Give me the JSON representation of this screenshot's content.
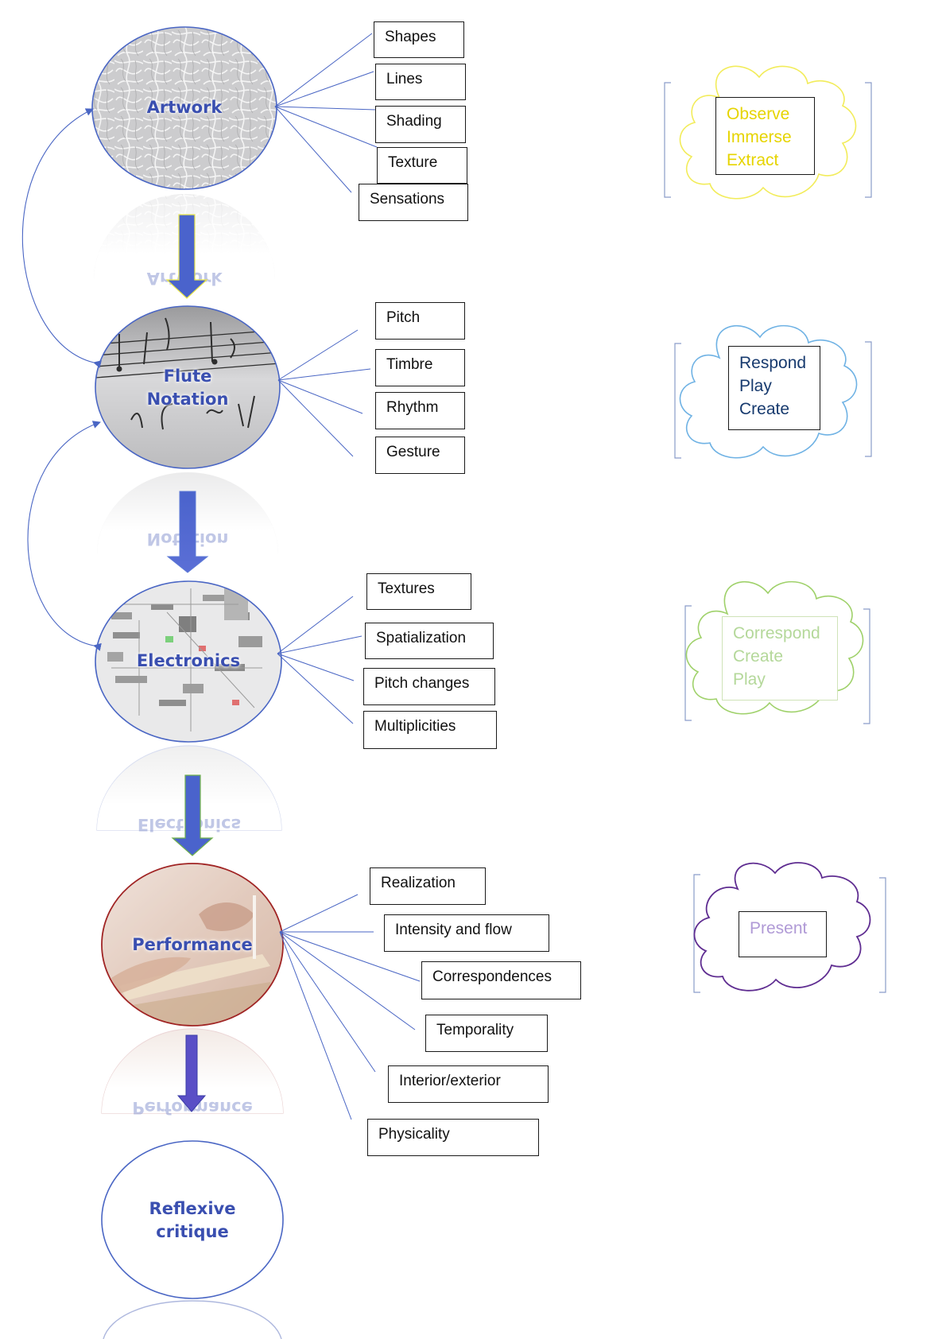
{
  "nodes": [
    {
      "id": "artwork",
      "title": [
        "Artwork"
      ],
      "tags": [
        "Shapes",
        "Lines",
        "Shading",
        "Texture",
        "Sensations"
      ]
    },
    {
      "id": "flute",
      "title": [
        "Flute",
        "Notation"
      ],
      "tags": [
        "Pitch",
        "Timbre",
        "Rhythm",
        "Gesture"
      ]
    },
    {
      "id": "electronics",
      "title": [
        "Electronics"
      ],
      "tags": [
        "Textures",
        "Spatialization",
        "Pitch changes",
        "Multiplicities"
      ]
    },
    {
      "id": "performance",
      "title": [
        "Performance"
      ],
      "tags": [
        "Realization",
        "Intensity and flow",
        "Correspondences",
        "Temporality",
        "Interior/exterior",
        "Physicality"
      ]
    },
    {
      "id": "reflexive",
      "title": [
        "Reflexive",
        "critique"
      ],
      "tags": []
    }
  ],
  "reflections": [
    "Artwork",
    "Notation",
    "Electronics",
    "Performance"
  ],
  "clouds": [
    {
      "words": [
        "Observe",
        "Immerse",
        "Extract"
      ],
      "outline_color": "#f2ec5a",
      "text_color": "#e6d400"
    },
    {
      "words": [
        "Respond",
        "Play",
        "Create"
      ],
      "outline_color": "#6fb2e4",
      "text_color": "#173a6e"
    },
    {
      "words": [
        "Correspond",
        "Create",
        "Play"
      ],
      "outline_color": "#9fd16a",
      "text_color": "#b4d89a"
    },
    {
      "words": [
        "Present"
      ],
      "outline_color": "#5f2d91",
      "text_color": "#b09ad6"
    }
  ],
  "colors": {
    "node_title": "#3a4fb0",
    "connector": "#4a66c4",
    "flow_arrow": "#4a63cc",
    "performance_outline": "#a02424"
  }
}
